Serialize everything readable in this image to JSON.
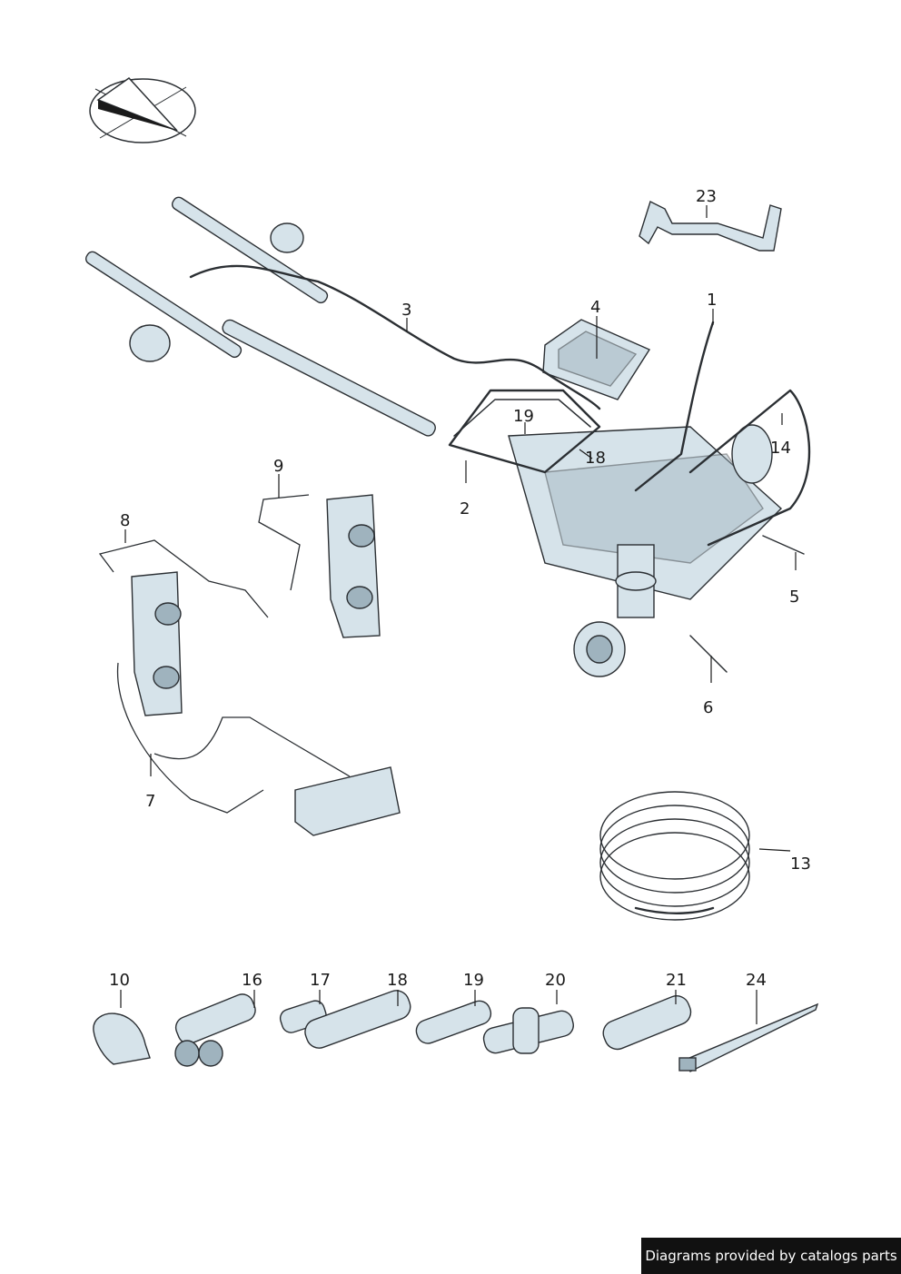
{
  "callouts": {
    "c1": "1",
    "c2": "2",
    "c3": "3",
    "c4": "4",
    "c5": "5",
    "c6": "6",
    "c7": "7",
    "c8": "8",
    "c9": "9",
    "c10": "10",
    "c13": "13",
    "c14": "14",
    "c16": "16",
    "c17": "17",
    "c18a": "18",
    "c18b": "18",
    "c19a": "19",
    "c19b": "19",
    "c20": "20",
    "c21": "21",
    "c23": "23",
    "c24": "24"
  },
  "icons": {
    "orientation": "direction-arrow-icon"
  },
  "colors": {
    "part_fill": "#d6e3ea",
    "outline": "#2b2f33",
    "credit_bg": "#111111"
  },
  "credit": {
    "text": "Diagrams provided by catalogs parts"
  }
}
